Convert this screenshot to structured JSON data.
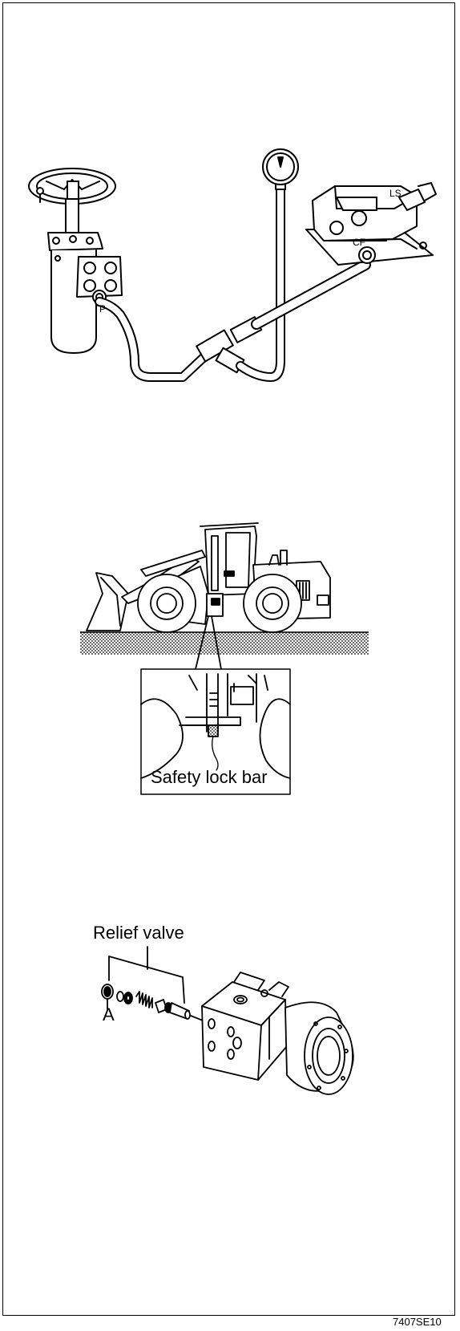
{
  "figure1": {
    "label_ls": "LS",
    "label_cf": "CF",
    "label_p": "P"
  },
  "figure2": {
    "callout": "Safety lock bar"
  },
  "figure3": {
    "title": "Relief valve",
    "label_a": "A"
  },
  "footer": {
    "code": "7407SE10"
  }
}
